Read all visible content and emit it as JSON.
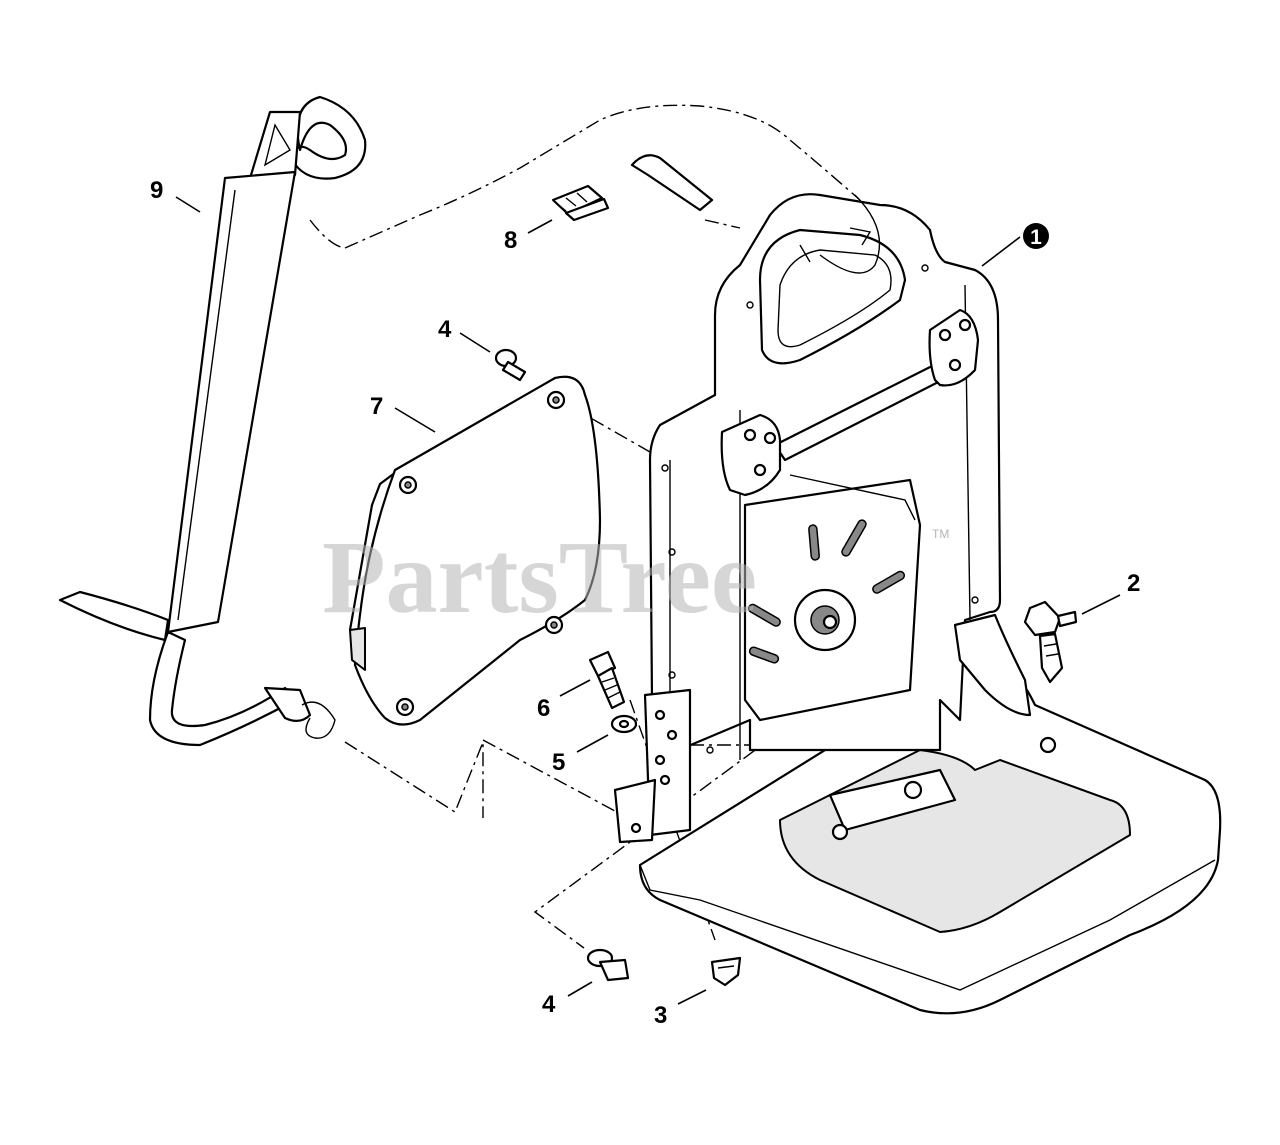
{
  "watermark": {
    "text": "PartsTree",
    "trademark": "TM"
  },
  "callouts": [
    {
      "id": "callout-1",
      "label": "1",
      "circled": true
    },
    {
      "id": "callout-2",
      "label": "2"
    },
    {
      "id": "callout-3",
      "label": "3"
    },
    {
      "id": "callout-4a",
      "label": "4"
    },
    {
      "id": "callout-4b",
      "label": "4"
    },
    {
      "id": "callout-5",
      "label": "5"
    },
    {
      "id": "callout-6",
      "label": "6"
    },
    {
      "id": "callout-7",
      "label": "7"
    },
    {
      "id": "callout-8",
      "label": "8"
    },
    {
      "id": "callout-9",
      "label": "9"
    }
  ],
  "colors": {
    "line": "#000000",
    "background": "#ffffff",
    "watermark": "#b5b5b5"
  }
}
